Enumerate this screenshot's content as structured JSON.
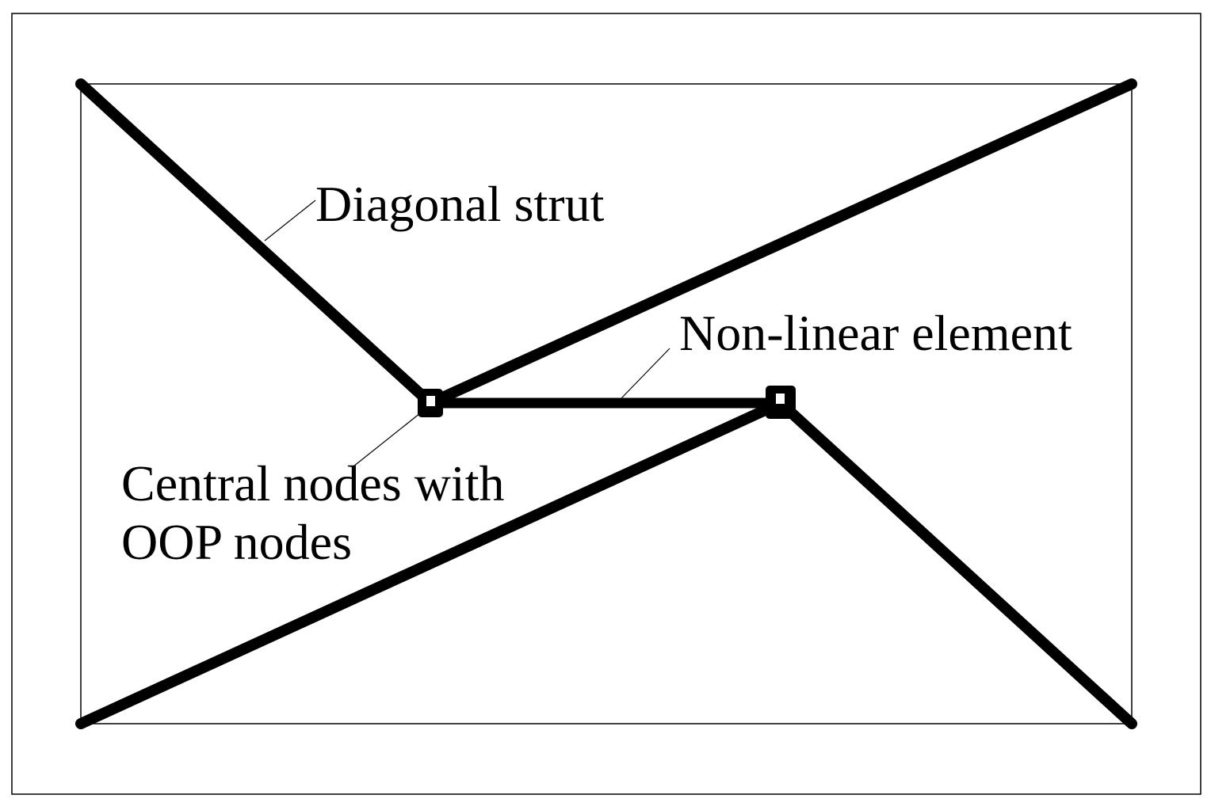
{
  "labels": {
    "diagonal_strut": "Diagonal strut",
    "non_linear_element": "Non-linear element",
    "central_nodes_line1": "Central nodes with",
    "central_nodes_line2": "OOP nodes"
  },
  "colors": {
    "stroke": "#000000",
    "background": "#ffffff"
  }
}
